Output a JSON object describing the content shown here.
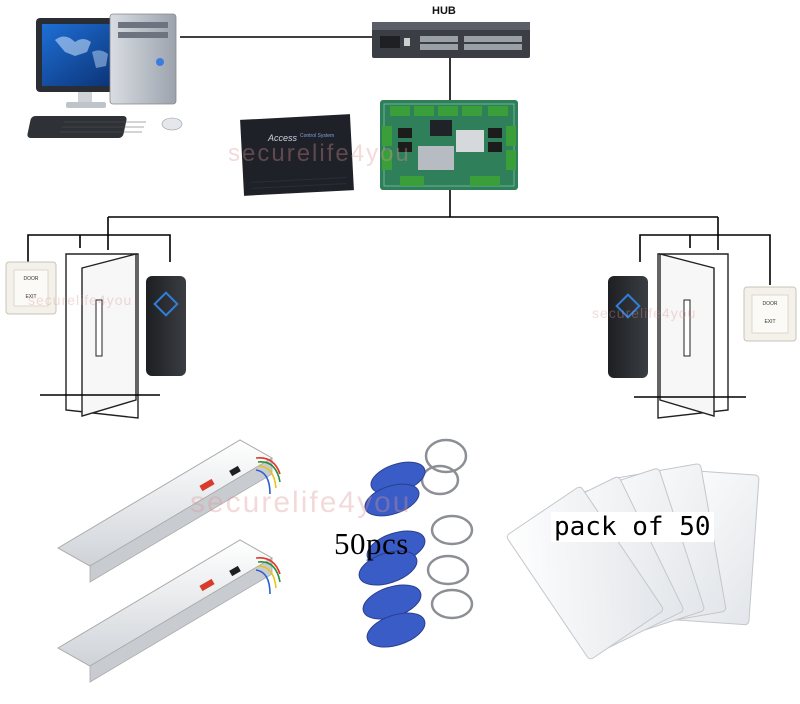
{
  "labels": {
    "hub": "HUB",
    "keyfobs": "50pcs",
    "cards": "pack of 50"
  },
  "watermark": "securelife4you",
  "controller_panel": {
    "title": "Access",
    "subtitle": "Control System"
  },
  "exit_button": {
    "line1": "DOOR",
    "line2": "EXIT"
  },
  "colors": {
    "reader_accent": "#2f7fd8",
    "keyfob_blue": "#3a5cc7",
    "pcb_green": "#2f7f5a",
    "wire": "#000000"
  }
}
